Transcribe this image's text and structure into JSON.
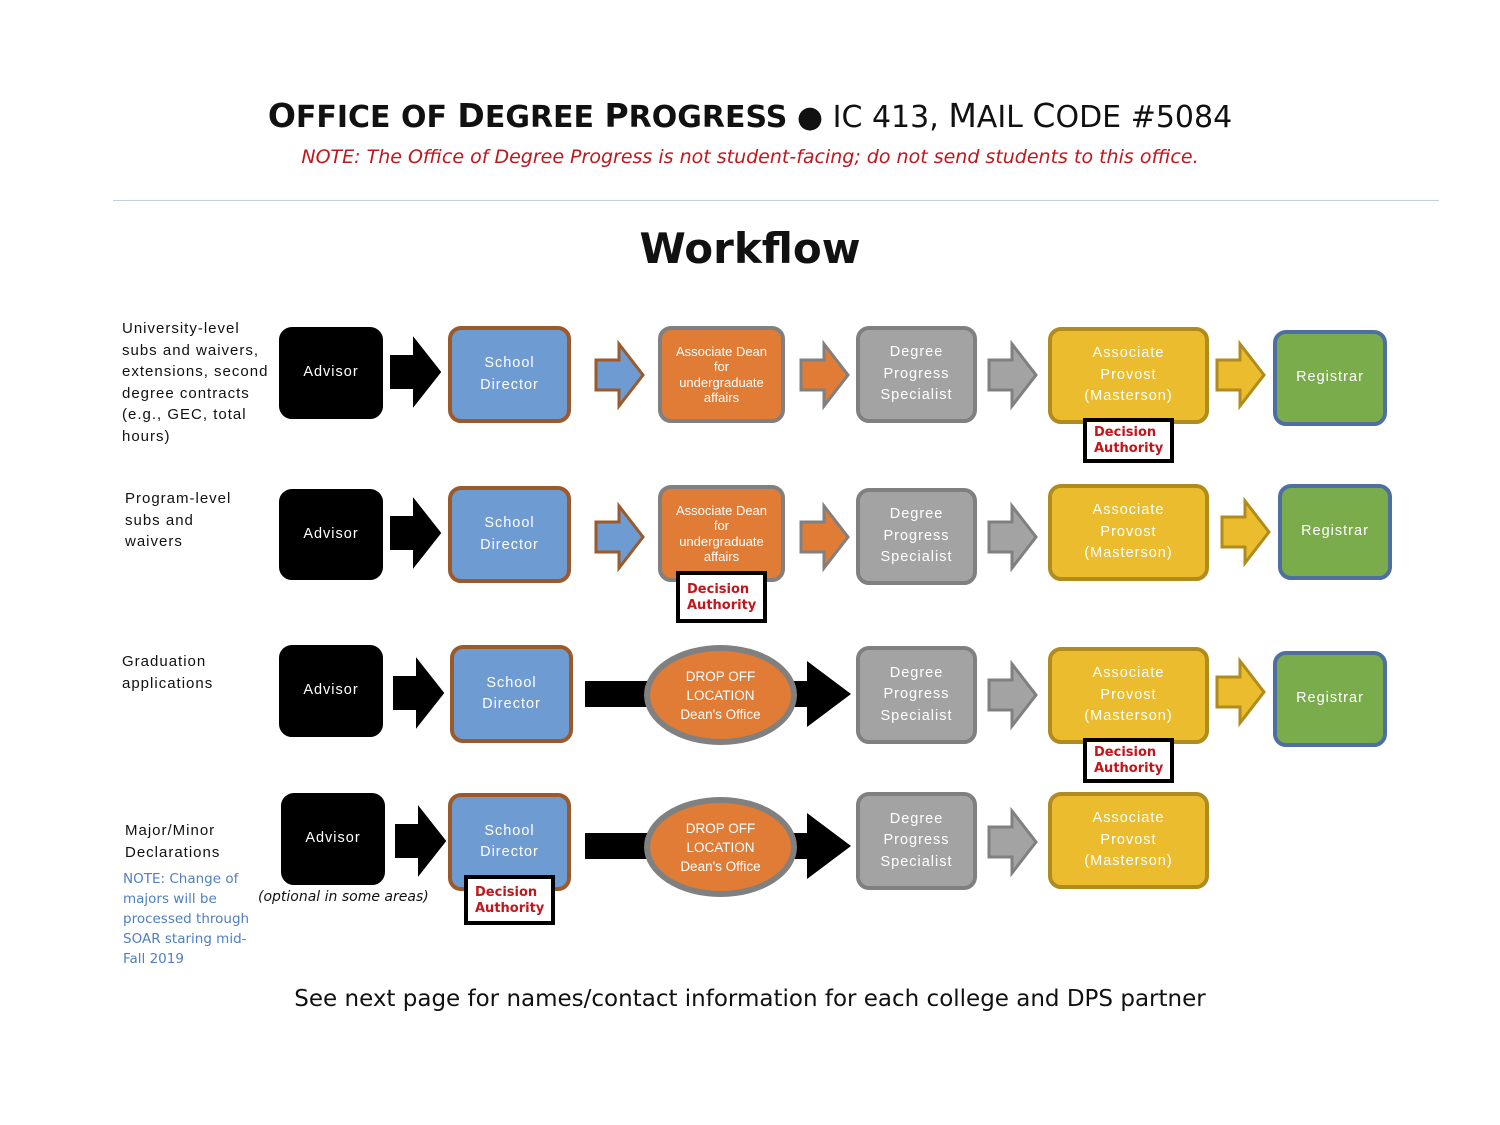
{
  "header": {
    "title_office_first": "O",
    "title_office_rest": "FFICE OF ",
    "title_degree_first": "D",
    "title_degree_rest": "EGREE ",
    "title_progress_first": "P",
    "title_progress_rest": "ROGRESS",
    "bullet": "●",
    "title_ic": "IC 413, ",
    "title_mail_first": "M",
    "title_mail_rest": "AIL ",
    "title_code_first": "C",
    "title_code_rest": "ODE ",
    "title_code_number": "#5084",
    "note": "NOTE: The Office of Degree Progress is not student-facing; do not send students to this office."
  },
  "workflow_title": "Workflow",
  "rows": [
    {
      "label": "University-level\nsubs and waivers,\nextensions, second\ndegree contracts\n(e.g., GEC, total\nhours)",
      "advisor": "Advisor",
      "school_director": "School\nDirector",
      "associate_dean": "Associate Dean\nfor\nundergraduate\naffairs",
      "dps": "Degree\nProgress\nSpecialist",
      "provost": "Associate\nProvost\n(Masterson)",
      "registrar": "Registrar",
      "decision": "Decision\nAuthority"
    },
    {
      "label": "Program-level\nsubs and\nwaivers",
      "advisor": "Advisor",
      "school_director": "School\nDirector",
      "associate_dean": "Associate Dean\nfor\nundergraduate\naffairs",
      "dps": "Degree\nProgress\nSpecialist",
      "provost": "Associate\nProvost\n(Masterson)",
      "registrar": "Registrar",
      "decision": "Decision\nAuthority"
    },
    {
      "label": "Graduation\napplications",
      "advisor": "Advisor",
      "school_director": "School\nDirector",
      "drop_off": "DROP OFF\nLOCATION\nDean's Office",
      "dps": "Degree\nProgress\nSpecialist",
      "provost": "Associate\nProvost\n(Masterson)",
      "registrar": "Registrar",
      "decision": "Decision\nAuthority"
    },
    {
      "label": "Major/Minor\nDeclarations",
      "note": "NOTE: Change of\nmajors will be\nprocessed through\nSOAR staring mid-\nFall 2019",
      "advisor": "Advisor",
      "optional": "(optional in some areas)",
      "school_director": "School\nDirector",
      "drop_off": "DROP OFF\nLOCATION\nDean's Office",
      "dps": "Degree\nProgress\nSpecialist",
      "provost": "Associate\nProvost\n(Masterson)",
      "decision": "Decision\nAuthority"
    }
  ],
  "footer": "See next page for names/contact information for each college and DPS partner",
  "colors": {
    "advisor": "#000000",
    "school_director": "#6f9bd3",
    "associate_dean": "#e07c36",
    "dps": "#a3a3a3",
    "provost": "#ebbc2d",
    "registrar": "#7aac4b",
    "decision_text": "#c0161c",
    "note_text": "#c0161c",
    "side_note_text": "#4f7fc4"
  }
}
